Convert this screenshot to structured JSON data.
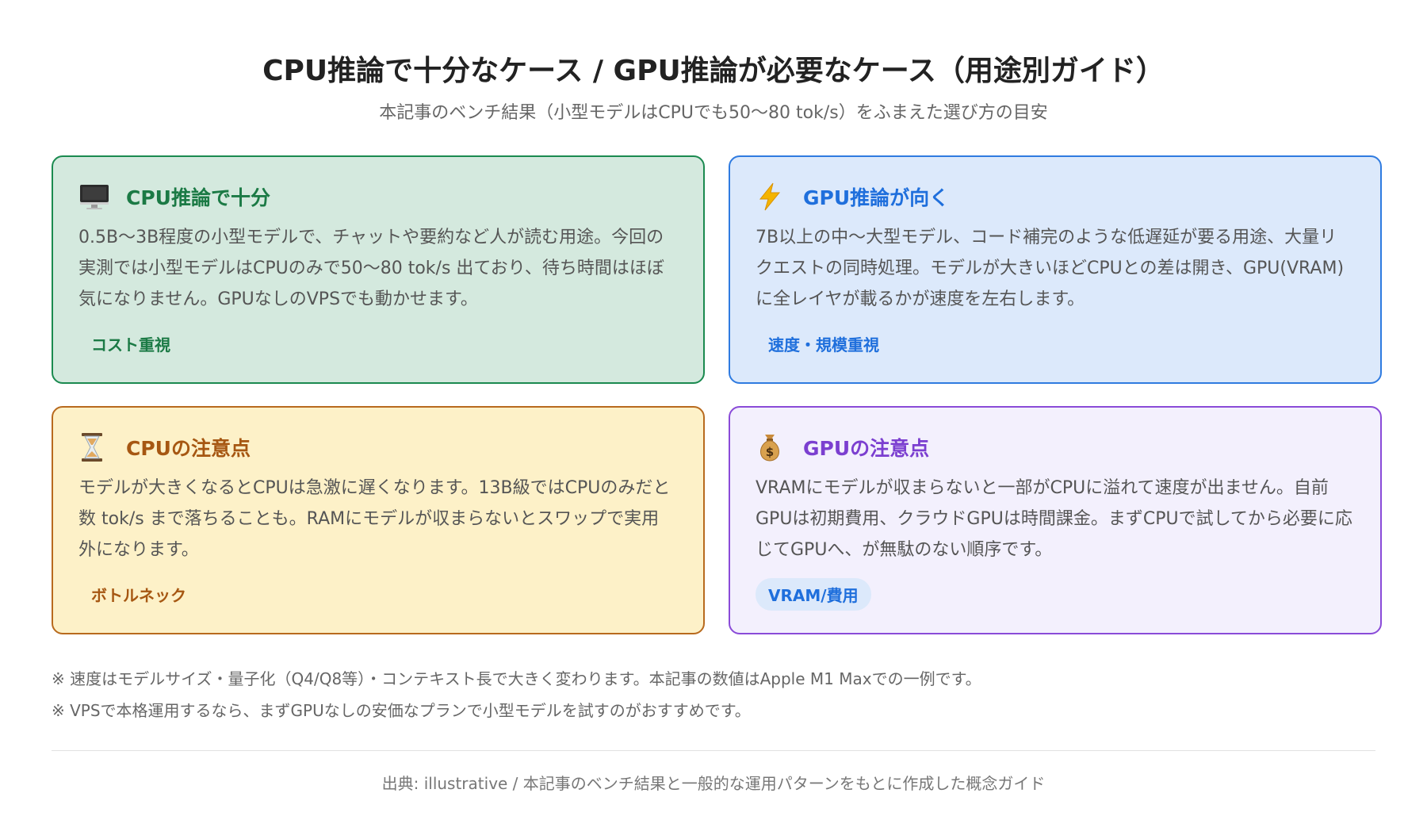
{
  "header": {
    "title": "CPU推論で十分なケース / GPU推論が必要なケース（用途別ガイド）",
    "subtitle": "本記事のベンチ結果（小型モデルはCPUでも50〜80 tok/s）をふまえた選び方の目安"
  },
  "cards": [
    {
      "icon": "desktop-computer-icon",
      "title": "CPU推論で十分",
      "body": "0.5B〜3B程度の小型モデルで、チャットや要約など人が読む用途。今回の実測では小型モデルはCPUのみで50〜80 tok/s 出ており、待ち時間はほぼ気になりません。GPUなしのVPSでも動かせます。",
      "tag": "コスト重視",
      "accent": "#1b8a50",
      "background": "#d4e9de"
    },
    {
      "icon": "lightning-icon",
      "title": "GPU推論が向く",
      "body": "7B以上の中〜大型モデル、コード補完のような低遅延が要る用途、大量リクエストの同時処理。モデルが大きいほどCPUとの差は開き、GPU(VRAM)に全レイヤが載るかが速度を左右します。",
      "tag": "速度・規模重視",
      "accent": "#2f7be0",
      "background": "#dce9fb"
    },
    {
      "icon": "hourglass-icon",
      "title": "CPUの注意点",
      "body": "モデルが大きくなるとCPUは急激に遅くなります。13B級ではCPUのみだと数 tok/s まで落ちることも。RAMにモデルが収まらないとスワップで実用外になります。",
      "tag": "ボトルネック",
      "accent": "#b86a1e",
      "background": "#fdf1c8"
    },
    {
      "icon": "money-bag-icon",
      "title": "GPUの注意点",
      "body": "VRAMにモデルが収まらないと一部がCPUに溢れて速度が出ません。自前GPUは初期費用、クラウドGPUは時間課金。まずCPUで試してから必要に応じてGPUへ、が無駄のない順序です。",
      "tag": "VRAM/費用",
      "accent": "#8a4bd8",
      "background": "#f3f0fd"
    }
  ],
  "notes": [
    "※ 速度はモデルサイズ・量子化（Q4/Q8等）・コンテキスト長で大きく変わります。本記事の数値はApple M1 Maxでの一例です。",
    "※ VPSで本格運用するなら、まずGPUなしの安価なプランで小型モデルを試すのがおすすめです。"
  ],
  "source": "出典: illustrative / 本記事のベンチ結果と一般的な運用パターンをもとに作成した概念ガイド"
}
